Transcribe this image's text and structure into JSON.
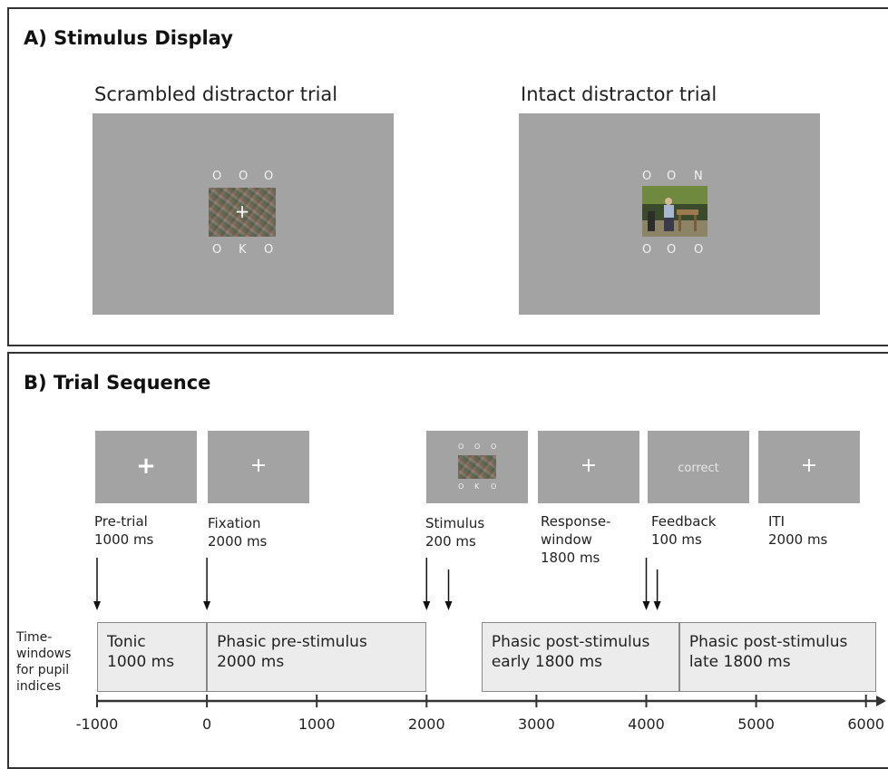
{
  "panel_a": {
    "title": "A) Stimulus Display",
    "scrambled": {
      "title": "Scrambled distractor trial",
      "top_letters": [
        "O",
        "O",
        "O"
      ],
      "bottom_letters": [
        "O",
        "K",
        "O"
      ],
      "fixation": "+"
    },
    "intact": {
      "title": "Intact distractor trial",
      "top_letters": [
        "O",
        "O",
        "N"
      ],
      "bottom_letters": [
        "O",
        "O",
        "O"
      ]
    }
  },
  "panel_b": {
    "title": "B) Trial Sequence",
    "screens": [
      {
        "name": "Pre-trial",
        "duration": "1000 ms",
        "content": "+"
      },
      {
        "name": "Fixation",
        "duration": "2000 ms",
        "content": "+"
      },
      {
        "name": "Stimulus",
        "duration": "200 ms",
        "mini_top": [
          "O",
          "O",
          "O"
        ],
        "mini_bottom": [
          "O",
          "K",
          "O"
        ]
      },
      {
        "name": "Response-\nwindow",
        "duration": "1800 ms",
        "content": "+"
      },
      {
        "name": "Feedback",
        "duration": "100 ms",
        "content": "correct"
      },
      {
        "name": "ITI",
        "duration": "2000 ms",
        "content": "+"
      }
    ],
    "row_label": "Time-\nwindows\nfor pupil\nindices",
    "windows": [
      {
        "label": "Tonic\n1000 ms",
        "start": -1000,
        "end": 0
      },
      {
        "label": "Phasic pre-stimulus\n2000 ms",
        "start": 0,
        "end": 2000
      },
      {
        "label": "Phasic post-stimulus\nearly 1800 ms",
        "start": 2500,
        "end": 4300
      },
      {
        "label": "Phasic post-stimulus\nlate 1800 ms",
        "start": 4300,
        "end": 6100
      }
    ],
    "event_markers": [
      -1000,
      0,
      2000,
      2200,
      4000,
      4100
    ],
    "axis": {
      "ticks": [
        -1000,
        0,
        1000,
        2000,
        3000,
        4000,
        5000,
        6000
      ],
      "tick_labels": [
        "-1000",
        "0",
        "1000",
        "2000",
        "3000",
        "4000",
        "5000",
        "6000"
      ]
    }
  }
}
